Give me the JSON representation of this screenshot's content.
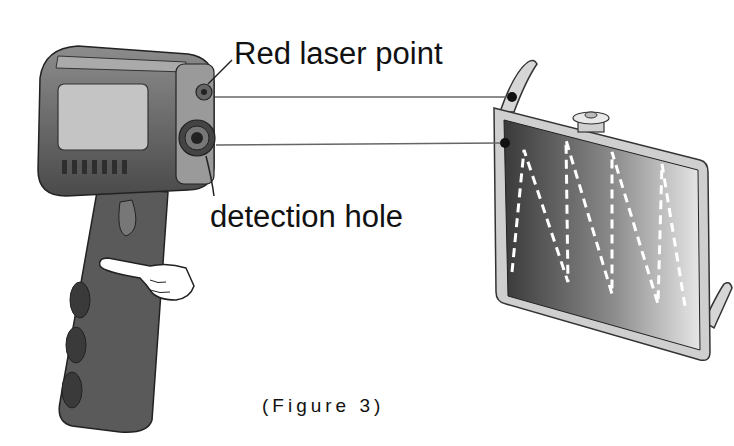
{
  "diagram": {
    "caption": "(Figure 3)",
    "labels": [
      "Red laser point",
      "detection hole"
    ]
  }
}
